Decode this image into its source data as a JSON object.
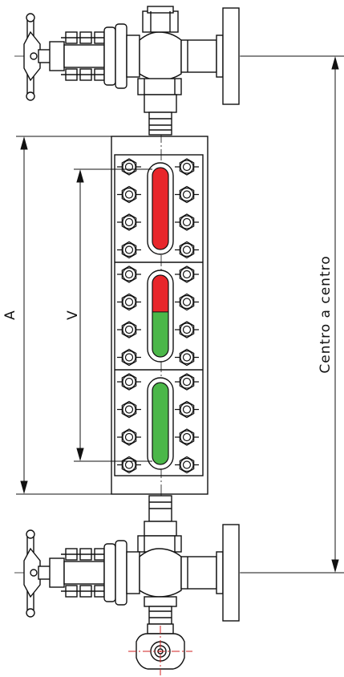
{
  "labels": {
    "dim_a": "A",
    "dim_v": "V",
    "center_to_center": "Centro a centro"
  },
  "colors": {
    "liquid_red": "#e8262b",
    "liquid_green": "#4bb749",
    "line": "#111111",
    "centerline_red": "#d02020"
  },
  "sections": [
    {
      "red_fraction": 1.0,
      "green_fraction": 0.0
    },
    {
      "red_fraction": 0.45,
      "green_fraction": 0.55
    },
    {
      "red_fraction": 0.0,
      "green_fraction": 1.0
    }
  ],
  "icons": [
    "valve-handwheel-icon",
    "bolt-nut-icon",
    "flange-icon",
    "drain-valve-icon"
  ]
}
